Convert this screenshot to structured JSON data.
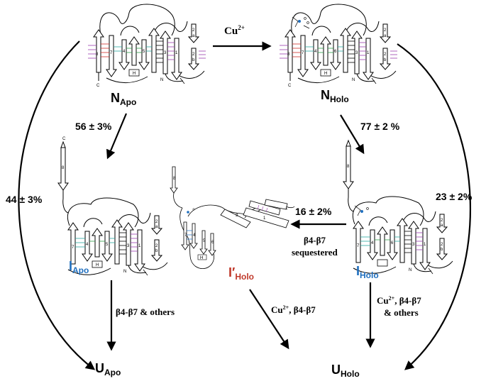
{
  "colors": {
    "apo": "#1f6fbf",
    "holo_intermediate": "#c0392b",
    "text": "#000000",
    "purple_strand": "#9b3fb0",
    "red_strand": "#d0302a",
    "green_strand": "#2e9e4a",
    "teal_strand": "#2aa7a0"
  },
  "states": {
    "n_apo": {
      "main": "N",
      "sub": "Apo"
    },
    "n_holo": {
      "main": "N",
      "sub": "Holo"
    },
    "i_apo": {
      "main": "I",
      "sub": "Apo"
    },
    "i_holo": {
      "main": "I",
      "sub": "Holo"
    },
    "i_prime_holo": {
      "main": "I′",
      "sub": "Holo"
    },
    "u_apo": {
      "main": "U",
      "sub": "Apo"
    },
    "u_holo": {
      "main": "U",
      "sub": "Holo"
    }
  },
  "transitions": {
    "cu_binding": {
      "label": "Cu",
      "sup": "2+"
    },
    "n_apo_to_i_apo": "56 ± 3%",
    "n_holo_to_i_holo": "77 ± 2 %",
    "n_apo_to_u_apo": "44 ± 3%",
    "n_holo_to_u_holo": "23 ± 2%",
    "i_holo_to_i_prime": "16 ± 2%",
    "i_holo_to_i_prime_note_1": "β4-β7",
    "i_holo_to_i_prime_note_2": "sequestered",
    "i_apo_to_u_apo": "β4-β7 & others",
    "i_prime_to_u_holo": {
      "prefix": "Cu",
      "sup": "2+",
      "suffix": ", β4-β7"
    },
    "i_holo_to_u_holo_1": {
      "prefix": "Cu",
      "sup": "2+",
      "suffix": ", β4-β7"
    },
    "i_holo_to_u_holo_2": "& others"
  },
  "topology": {
    "strand_8": "8",
    "strand_7": "7",
    "strand_6": "6",
    "strand_5": "5",
    "strand_4": "4",
    "strand_3": "3",
    "strand_1": "1",
    "strand_2a": "2",
    "strand_2a_sub": "a",
    "strand_2b": "2",
    "strand_2b_sub": "b",
    "helix": "H",
    "c_term": "C",
    "n_term": "N"
  }
}
